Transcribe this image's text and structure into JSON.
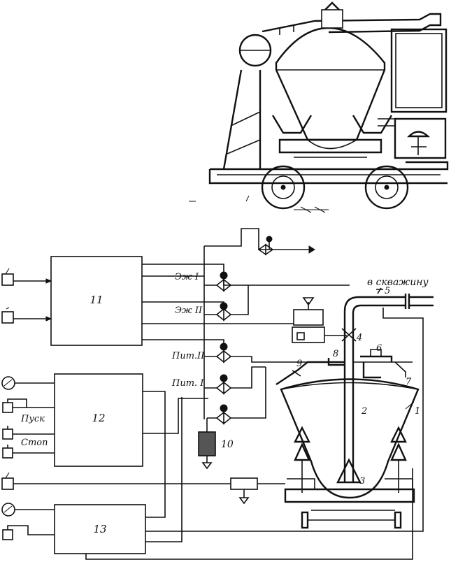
{
  "blocks": {
    "b11": "11",
    "b12": "12",
    "b13": "13",
    "b10": "10"
  },
  "labels": {
    "ezh1": "Эж I",
    "ezh2": "Эж II",
    "pit2": "Пит.II",
    "pit1": "Пит. I",
    "pusk": "Пуск",
    "stop": "Стоп",
    "v_skvazhinu": "в скважину"
  },
  "callouts": {
    "n1": "1",
    "n2": "2",
    "n3": "3",
    "n4": "4",
    "n5": "5",
    "n6": "6",
    "n7": "7",
    "n8": "8",
    "n9": "9"
  }
}
